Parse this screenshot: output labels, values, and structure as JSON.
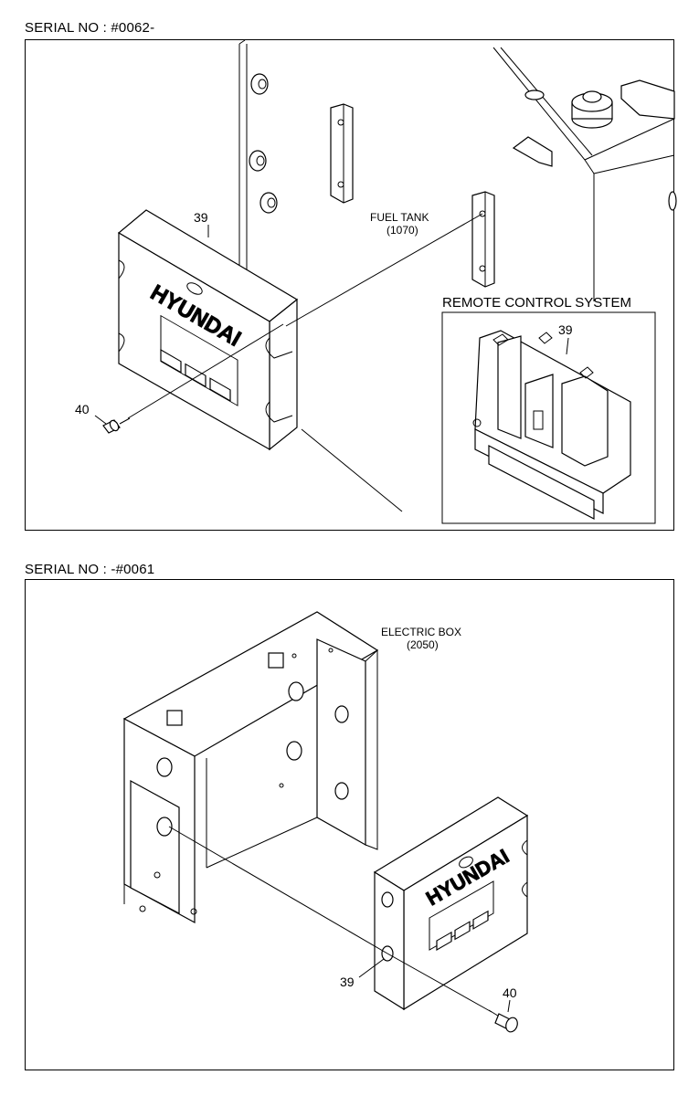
{
  "top": {
    "serial": "SERIAL NO : #0062-",
    "fuel_tank_label": "FUEL TANK",
    "fuel_tank_code": "(1070)",
    "inset_title": "REMOTE CONTROL SYSTEM",
    "part_39": "39",
    "part_40": "40",
    "inset_part_39": "39",
    "brand": "HYUNDAI"
  },
  "bottom": {
    "serial": "SERIAL NO : -#0061",
    "electric_box_label": "ELECTRIC BOX",
    "electric_box_code": "(2050)",
    "part_39": "39",
    "part_40": "40",
    "brand": "HYUNDAI"
  }
}
